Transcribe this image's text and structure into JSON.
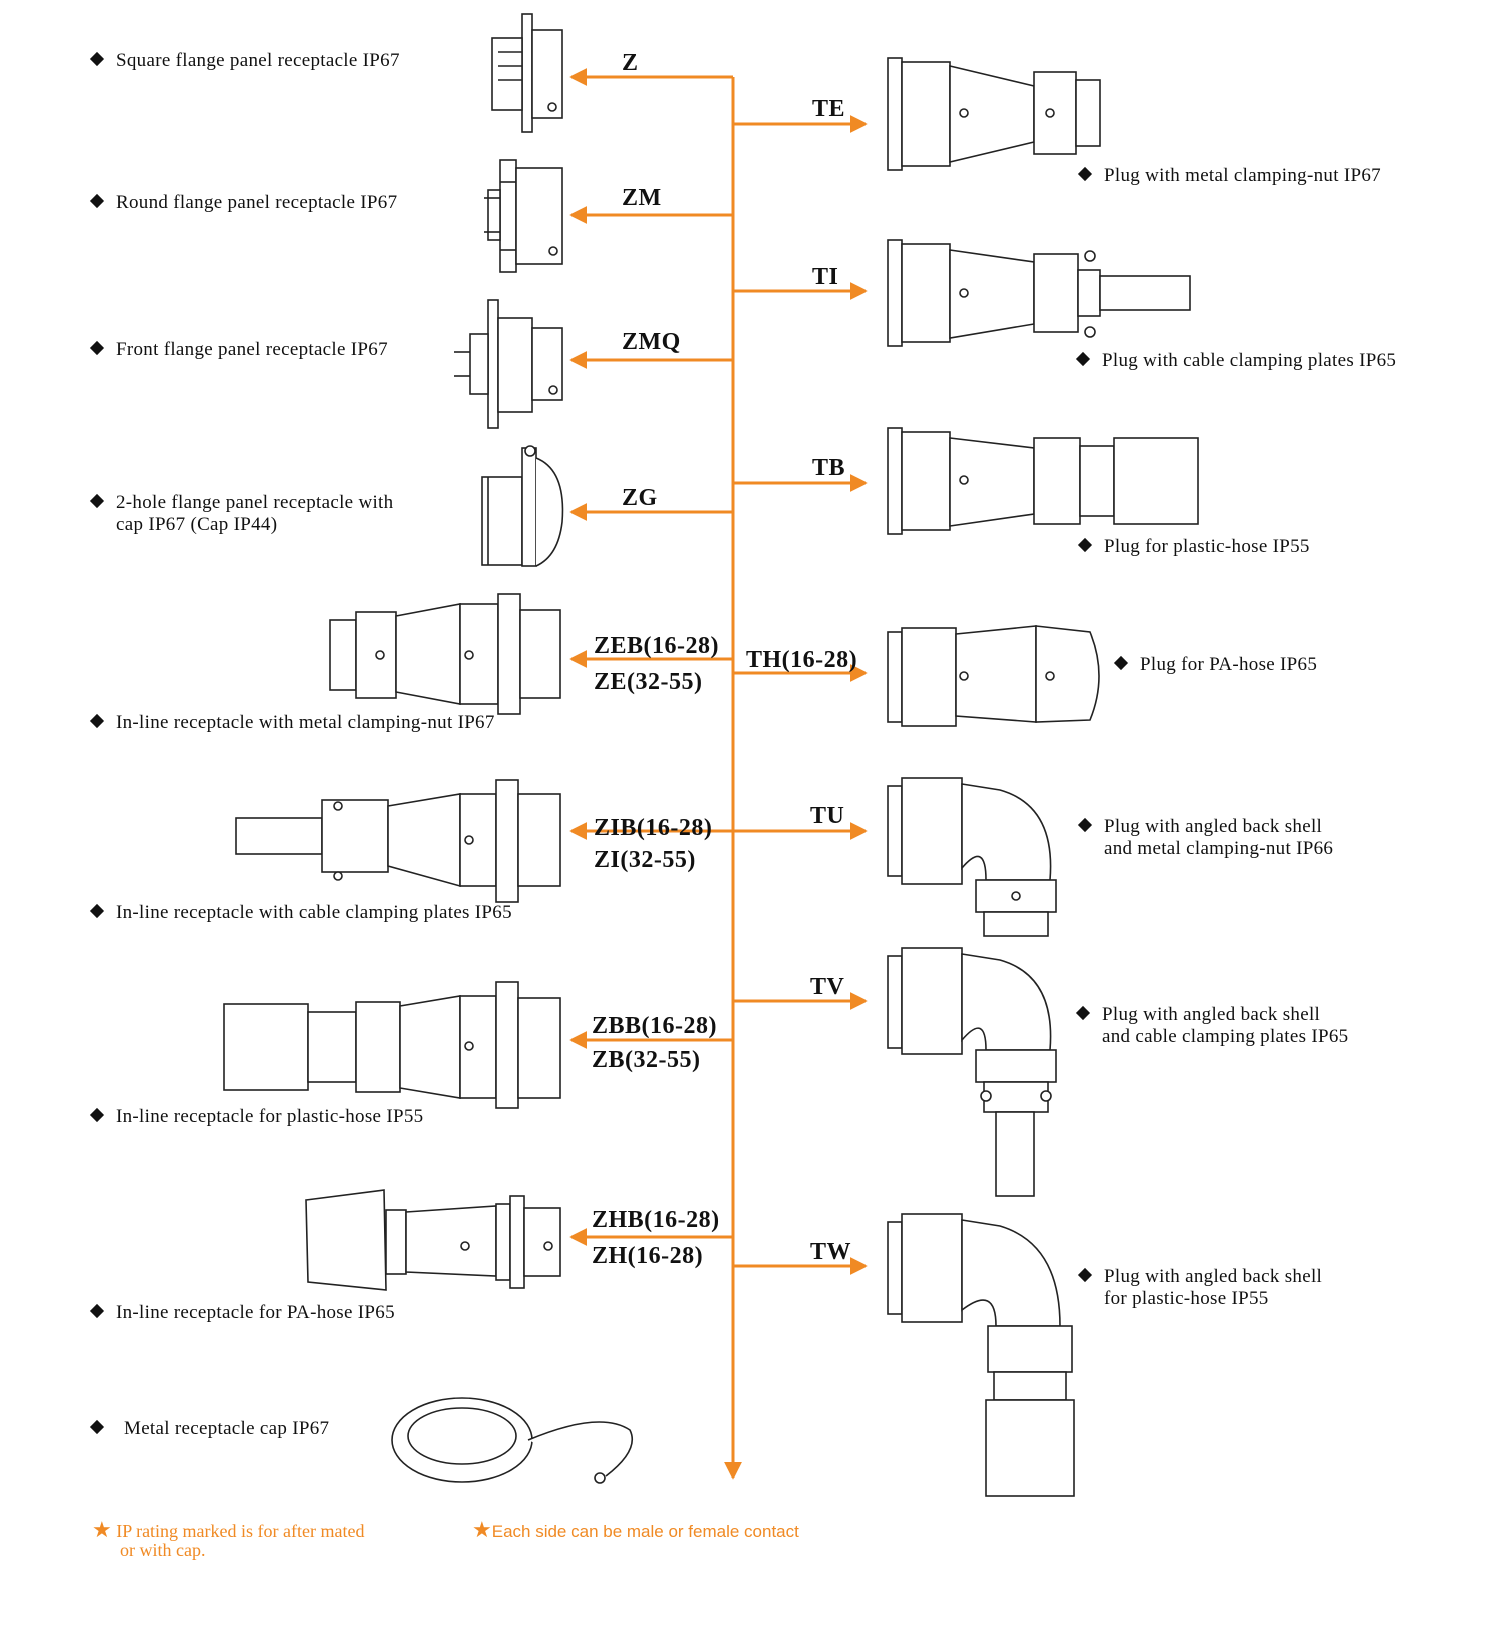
{
  "accent_color": "#f08a24",
  "left_items": [
    {
      "code": "Z",
      "desc": "Square flange panel receptacle  IP67"
    },
    {
      "code": "ZM",
      "desc": "Round flange panel receptacle  IP67"
    },
    {
      "code": "ZMQ",
      "desc": "Front flange panel receptacle  IP67"
    },
    {
      "code": "ZG",
      "desc_lines": [
        "2-hole flange panel receptacle with",
        "cap IP67 (Cap IP44)"
      ]
    },
    {
      "code_lines": [
        "ZEB(16-28)",
        "ZE(32-55)"
      ],
      "desc": "In-line receptacle with metal clamping-nut  IP67"
    },
    {
      "code_lines": [
        "ZIB(16-28)",
        "ZI(32-55)"
      ],
      "desc": "In-line receptacle with cable clamping plates IP65"
    },
    {
      "code_lines": [
        "ZBB(16-28)",
        "ZB(32-55)"
      ],
      "desc": "In-line receptacle for plastic-hose IP55"
    },
    {
      "code_lines": [
        "ZHB(16-28)",
        "ZH(16-28)"
      ],
      "desc": "In-line receptacle for PA-hose IP65"
    },
    {
      "desc": "Metal receptacle cap IP67"
    }
  ],
  "right_items": [
    {
      "code": "TE",
      "desc": "Plug with metal clamping-nut  IP67"
    },
    {
      "code": "TI",
      "desc": "Plug with cable clamping plates  IP65"
    },
    {
      "code": "TB",
      "desc": "Plug for plastic-hose  IP55"
    },
    {
      "code": "TH(16-28)",
      "desc": "Plug for PA-hose  IP65"
    },
    {
      "code": "TU",
      "desc_lines": [
        "Plug with angled back shell",
        "and metal clamping-nut  IP66"
      ]
    },
    {
      "code": "TV",
      "desc_lines": [
        "Plug with angled back shell",
        "and cable clamping plates  IP65"
      ]
    },
    {
      "code": "TW",
      "desc_lines": [
        "Plug with angled back shell",
        "for plastic-hose IP55"
      ]
    }
  ],
  "notes": {
    "ip_rating_lines": [
      "IP rating marked is for after mated",
      "or with cap."
    ],
    "each_side": "Each side can be male or female contact"
  }
}
